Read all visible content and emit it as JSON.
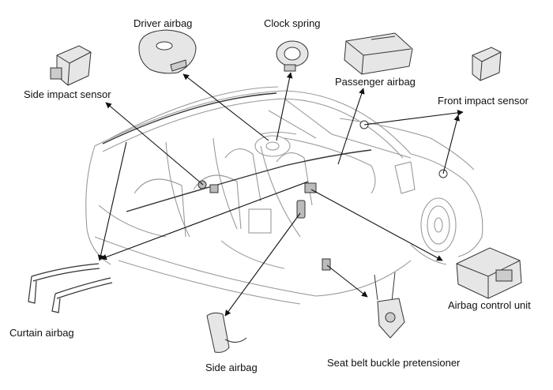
{
  "labels": {
    "driver_airbag": "Driver airbag",
    "clock_spring": "Clock spring",
    "passenger_airbag": "Passenger airbag",
    "side_impact_sensor": "Side impact sensor",
    "front_impact_sensor": "Front impact sensor",
    "airbag_control_unit": "Airbag control unit",
    "curtain_airbag": "Curtain airbag",
    "side_airbag": "Side airbag",
    "seat_belt_buckle_pretensioner": "Seat belt buckle pretensioner"
  },
  "colors": {
    "line": "#111111",
    "body_line": "#9a9a9a",
    "component_fill": "#e6e6e6"
  }
}
